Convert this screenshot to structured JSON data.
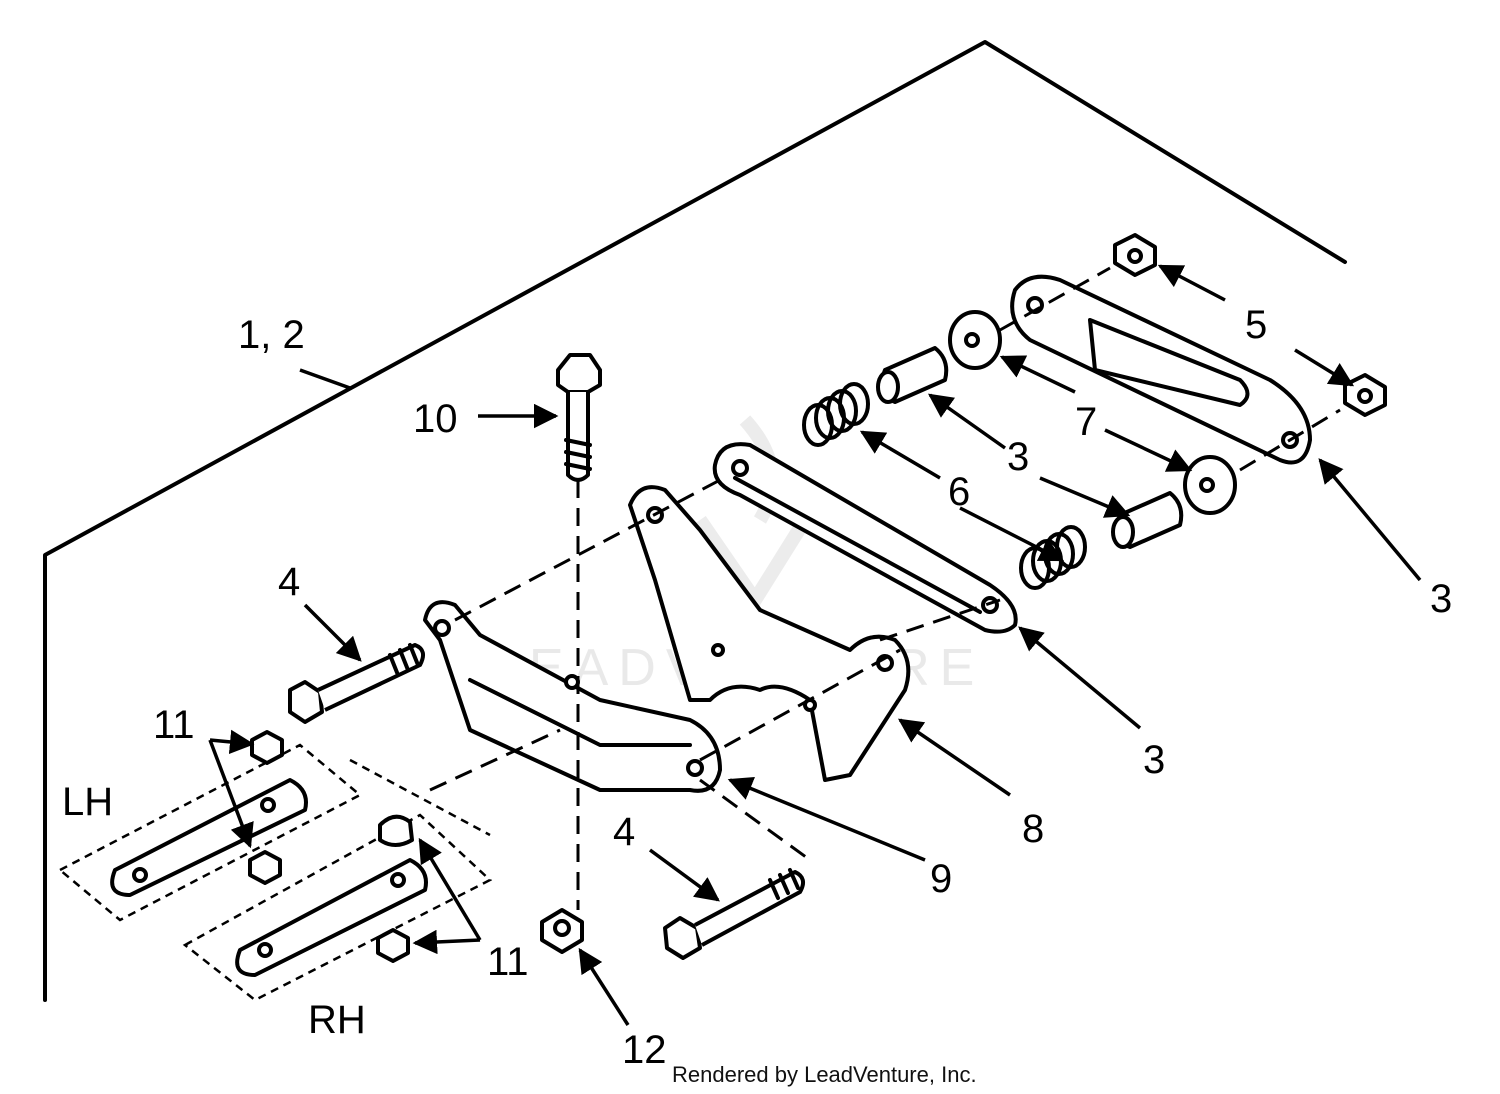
{
  "diagram": {
    "callouts": {
      "c12_assembly": "1, 2",
      "c10": "10",
      "c4_top": "4",
      "c4_bottom": "4",
      "c5": "5",
      "c7": "7",
      "c3_center": "3",
      "c6": "6",
      "c3_right": "3",
      "c3_lower": "3",
      "c8": "8",
      "c9": "9",
      "c11_top": "11",
      "c11_bottom": "11",
      "c12": "12"
    },
    "side_labels": {
      "left_hand": "LH",
      "right_hand": "RH"
    },
    "watermark": "LEADVENTURE",
    "credit": "Rendered by LeadVenture, Inc."
  }
}
